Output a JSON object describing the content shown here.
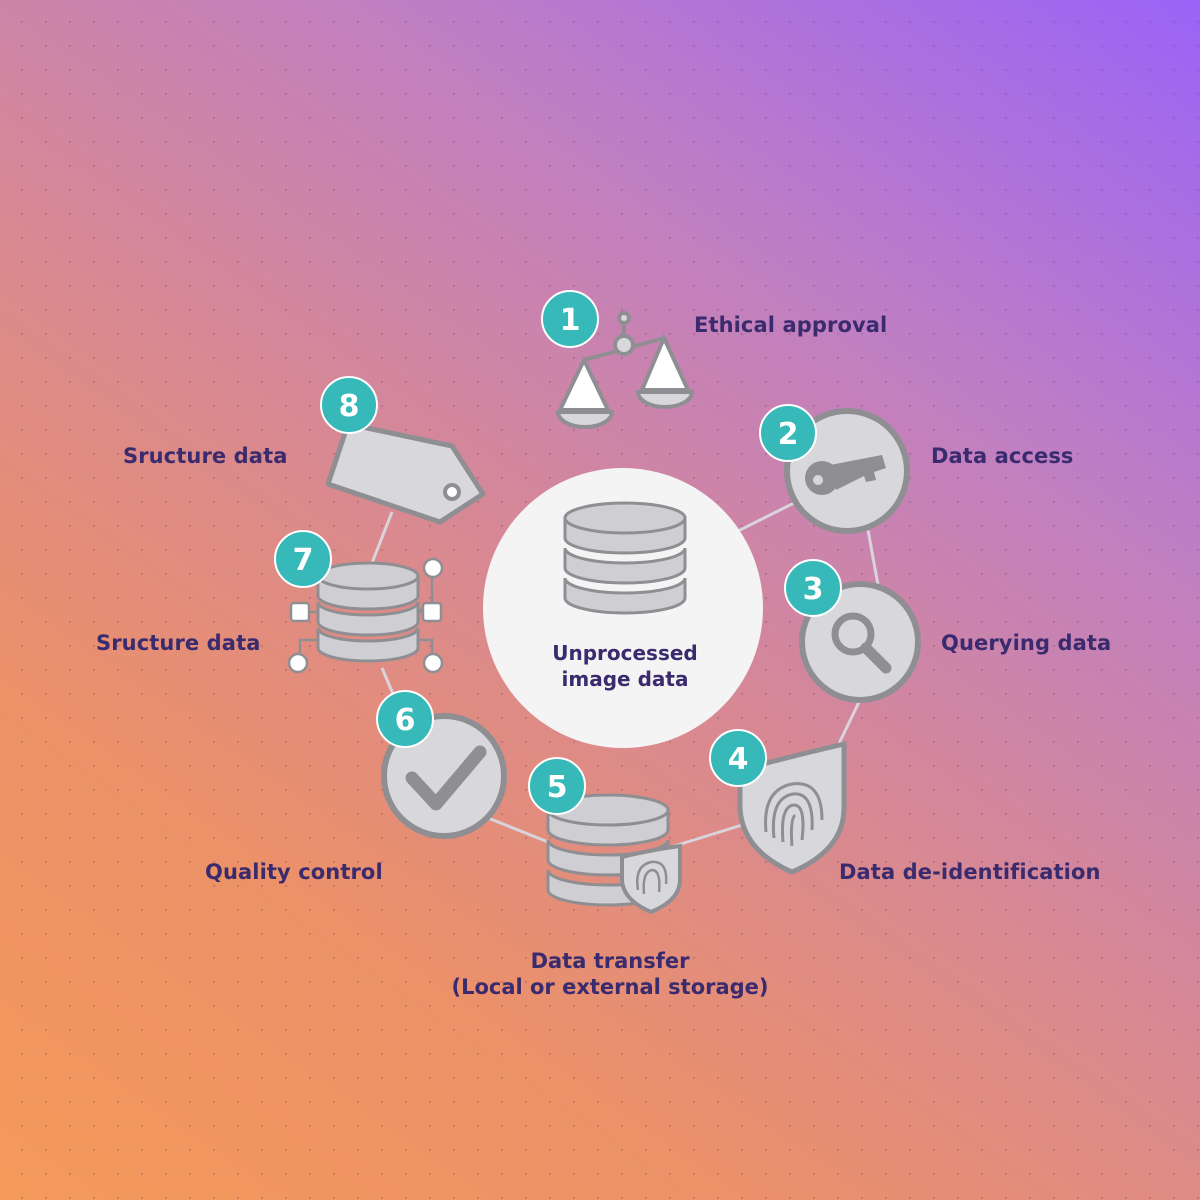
{
  "colors": {
    "badge": "#36b9b8",
    "icon_fill": "#d8d8dc",
    "icon_stroke": "#8f8f93",
    "label_text": "#3a2a6e",
    "center_fill": "#f4f4f4"
  },
  "center": {
    "line1": "Unprocessed",
    "line2": "image data",
    "icon": "database-icon"
  },
  "steps": [
    {
      "number": "1",
      "label": "Ethical approval",
      "icon": "balance-scale-icon"
    },
    {
      "number": "2",
      "label": "Data access",
      "icon": "key-icon"
    },
    {
      "number": "3",
      "label": "Querying data",
      "icon": "magnifier-icon"
    },
    {
      "number": "4",
      "label": "Data de-identification",
      "icon": "fingerprint-shield-icon"
    },
    {
      "number": "5",
      "label_line1": "Data transfer",
      "label_line2": "(Local or external storage)",
      "icon": "database-shield-icon"
    },
    {
      "number": "6",
      "label": "Quality control",
      "icon": "checkmark-icon"
    },
    {
      "number": "7",
      "label": "Sructure data",
      "icon": "database-network-icon"
    },
    {
      "number": "8",
      "label": "Sructure data",
      "icon": "tag-icon"
    }
  ]
}
